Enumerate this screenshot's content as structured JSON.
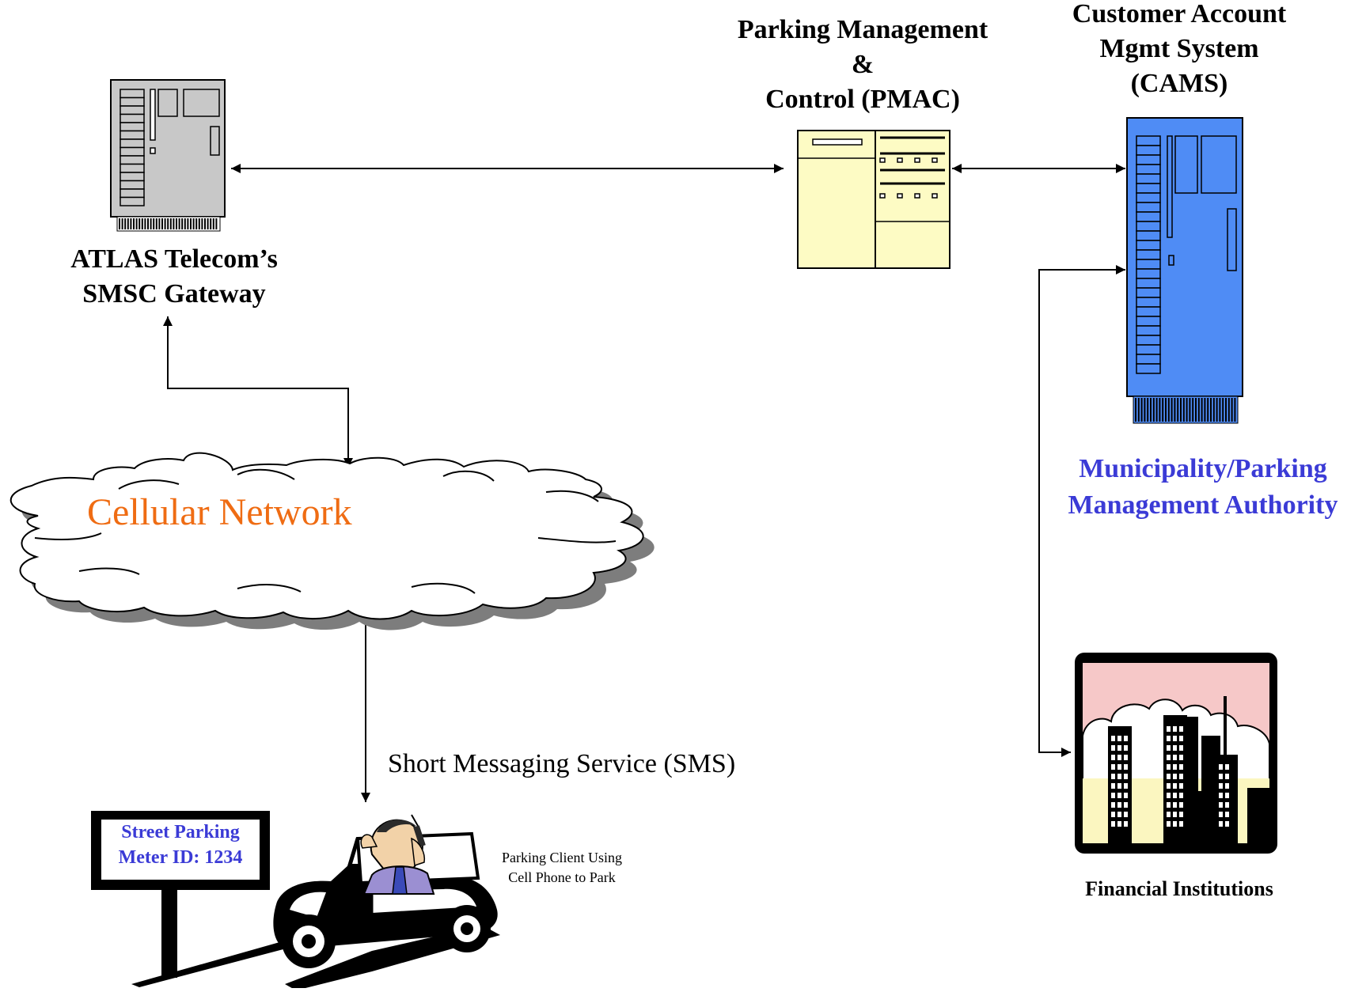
{
  "nodes": {
    "smsc": {
      "line1": "ATLAS Telecom’s",
      "line2": "SMSC Gateway"
    },
    "pmac": {
      "line1": "Parking Management",
      "line2": "&",
      "line3": "Control (PMAC)"
    },
    "cams": {
      "line1": "Customer Account",
      "line2": "Mgmt System",
      "line3": "(CAMS)"
    },
    "authority": {
      "line1": "Municipality/Parking",
      "line2": "Management Authority"
    },
    "network": {
      "label": "Cellular Network"
    },
    "sms": {
      "label": "Short Messaging Service (SMS)"
    },
    "client": {
      "line1": "Parking Client Using",
      "line2": "Cell Phone to Park"
    },
    "sign": {
      "line1": "Street Parking",
      "line2": "Meter ID: 1234"
    },
    "financial": {
      "label": "Financial Institutions"
    }
  },
  "colors": {
    "server_gray": "#c8c8c8",
    "cams_blue": "#4f8cf5",
    "pmac_yellow": "#fdfbc4",
    "authority_text": "#3b3bd6",
    "network_text": "#ef6c13",
    "sign_text": "#3b3bd6",
    "sky_pink": "#f6c8c8",
    "building_cream": "#fbf6c0"
  },
  "icons": [
    "smsc-server-icon",
    "pmac-server-icon",
    "cams-server-icon",
    "cloud-icon",
    "car-icon",
    "person-with-phone-icon",
    "parking-sign-icon",
    "city-skyline-icon"
  ]
}
